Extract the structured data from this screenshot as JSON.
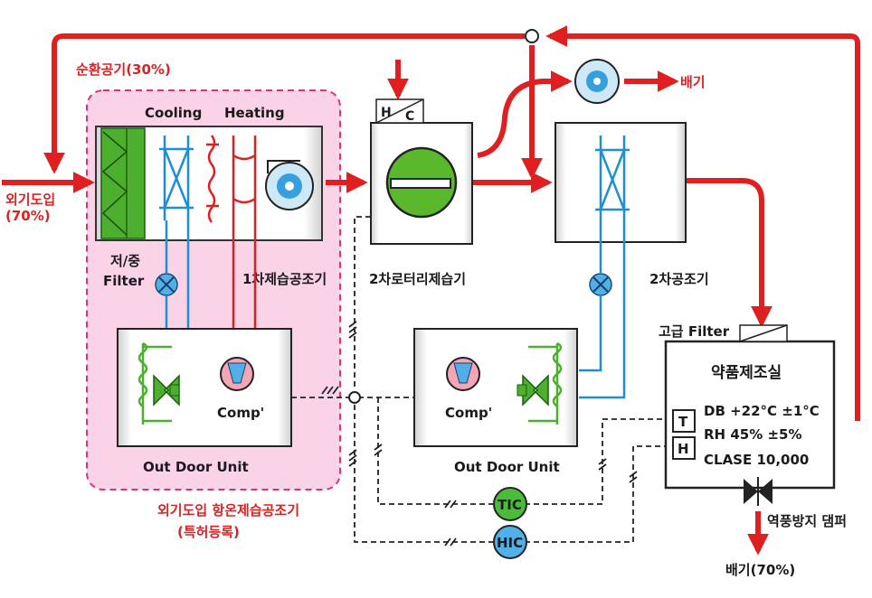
{
  "labels": {
    "recirc_air": "순환공기(30%)",
    "outside_air_in_1": "외기도입",
    "outside_air_in_2": "(70%)",
    "exhaust_top": "배기",
    "cooling": "Cooling",
    "heating": "Heating",
    "filter_1": "저/중",
    "filter_2": "Filter",
    "ahu1": "1차제습공조기",
    "rotary": "2차로터리제습기",
    "ahu2": "2차공조기",
    "hc_h": "H",
    "hc_c": "C",
    "comp_left": "Comp'",
    "comp_right": "Comp'",
    "odu_left": "Out Door Unit",
    "odu_right": "Out Door Unit",
    "patent_1": "외기도입 항온제습공조기",
    "patent_2": "(특허등록)",
    "hepa": "고급 Filter",
    "room_title": "약품제조실",
    "sensor_t": "T",
    "sensor_h": "H",
    "spec_db": "DB +22°C ±1°C",
    "spec_rh": "RH 45% ±5%",
    "spec_class": "CLASE  10,000",
    "damper": "역풍방지 댐퍼",
    "exhaust_bottom": "배기(70%)",
    "tic": "TIC",
    "hic": "HIC"
  },
  "colors": {
    "airflow": "#e02020",
    "patent_zone": "#fbd3e6",
    "coil_blue": "#1e8fd6",
    "coil_red": "#e02020",
    "filter_green": "#4caf2e",
    "rotor_green": "#5ab82c",
    "tic_fill": "#4cbb3a",
    "hic_fill": "#52b0e8"
  }
}
